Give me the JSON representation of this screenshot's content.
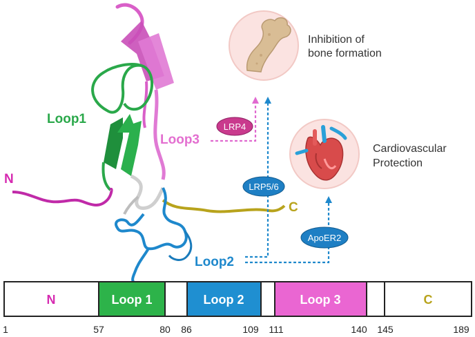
{
  "structure_labels": {
    "n_terminus": "N",
    "c_terminus": "C",
    "loop1": "Loop1",
    "loop2": "Loop2",
    "loop3": "Loop3"
  },
  "receptors": {
    "lrp4": "LRP4",
    "lrp56": "LRP5/6",
    "apoer2": "ApoER2"
  },
  "effects": {
    "bone_line1": "Inhibition of",
    "bone_line2": "bone formation",
    "cardio_line1": "Cardiovascular",
    "cardio_line2": "Protection"
  },
  "domain_bar": {
    "segments": [
      {
        "label": "N",
        "color": "#ffffff",
        "text_color": "#d62bb1"
      },
      {
        "label": "Loop 1",
        "color": "#2db34a",
        "text_color": "#ffffff"
      },
      {
        "label": "",
        "color": "#ffffff"
      },
      {
        "label": "Loop 2",
        "color": "#1f8fd1",
        "text_color": "#ffffff"
      },
      {
        "label": "",
        "color": "#ffffff"
      },
      {
        "label": "Loop 3",
        "color": "#ea66d2",
        "text_color": "#ffffff"
      },
      {
        "label": "",
        "color": "#ffffff"
      },
      {
        "label": "C",
        "color": "#ffffff",
        "text_color": "#b8a31c"
      }
    ],
    "positions": [
      "1",
      "57",
      "80",
      "86",
      "109",
      "111",
      "140",
      "145",
      "189"
    ]
  },
  "colors": {
    "loop1": "#2aa84a",
    "loop2": "#1e88cc",
    "loop3": "#d95fc8",
    "n_term": "#c02aa8",
    "c_term": "#b8a31c",
    "receptor_pink": "#d6409a",
    "receptor_blue": "#1e7fc4",
    "circle_fill": "#fbe3e1"
  },
  "icons": [
    "bone-icon",
    "heart-icon"
  ]
}
